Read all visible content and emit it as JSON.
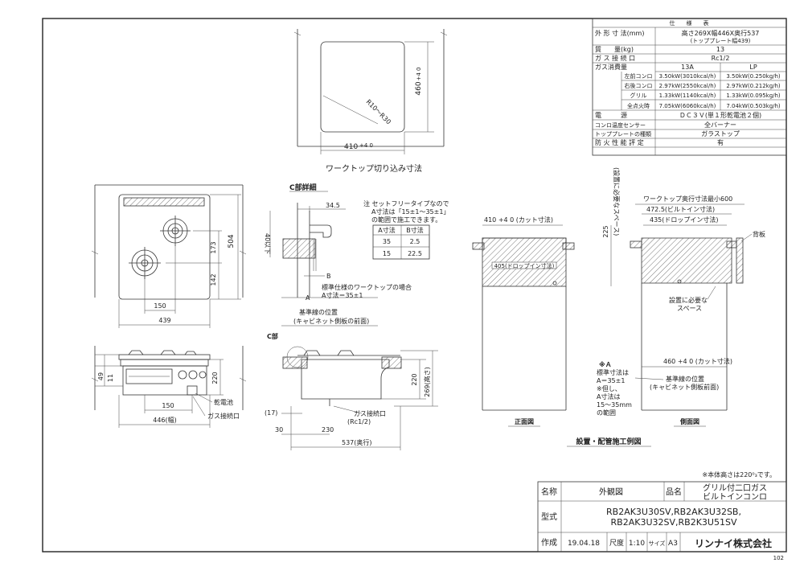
{
  "spec_table": {
    "header": "仕　　様　　表",
    "rows": [
      {
        "label": "外 形 寸 法(mm)",
        "value": "高さ269X幅446X奥行537",
        "sub": "(トッププレート幅439)"
      },
      {
        "label": "質　　量(kg)",
        "value": "13"
      },
      {
        "label": "ガ ス 接 続 口",
        "value": "Rc1/2"
      }
    ],
    "gas_label": "ガス消費量",
    "gas_col_13a": "13A",
    "gas_col_lp": "LP",
    "gas_rows": [
      {
        "name": "左前コンロ",
        "a13": "3.50kW(3010kcal/h)",
        "lp": "3.50kW(0.250kg/h)"
      },
      {
        "name": "右後コンロ",
        "a13": "2.97kW(2550kcal/h)",
        "lp": "2.97kW(0.212kg/h)"
      },
      {
        "name": "グリル",
        "a13": "1.33kW(1140kcal/h)",
        "lp": "1.33kW(0.095kg/h)"
      },
      {
        "name": "全点火時",
        "a13": "7.05kW(6060kcal/h)",
        "lp": "7.04kW(0.503kg/h)"
      }
    ],
    "rows2": [
      {
        "label": "電　　　源",
        "value": "ＤＣ３Ｖ(単１形乾電池２個)"
      },
      {
        "label": "コンロ温度センサー",
        "value": "全バーナー"
      },
      {
        "label": "トッププレートの種類",
        "value": "ガラストップ"
      },
      {
        "label": "防 火 性 能 評 定",
        "value": "有"
      }
    ]
  },
  "cutout": {
    "caption": "ワークトップ切り込み寸法",
    "width": "410",
    "width_tol": "+4 0",
    "height": "460",
    "height_tol": "+4 0",
    "radius": "R10～R30"
  },
  "plan": {
    "d504": "504",
    "d173": "173",
    "d142": "142",
    "d150": "150",
    "d439": "439"
  },
  "front": {
    "d49": "49",
    "d11": "11",
    "d220": "220",
    "d150": "150",
    "d446": "446(幅)",
    "battery": "乾電池",
    "gas_port": "ガス接続口"
  },
  "detail": {
    "title": "C部詳細",
    "d345": "34.5",
    "d40": "40以下",
    "label_b": "B",
    "label_a": "A",
    "std_note1": "標準仕様のワークトップの場合",
    "std_note2": "A寸法＝35±1",
    "note_title": "注 セットフリータイプなので",
    "note_l2": "A寸法は「15±1～35±1」",
    "note_l3": "の範囲で施工できます。",
    "table_head": [
      "A寸法",
      "B寸法"
    ],
    "table_rows": [
      [
        "35",
        "2.5"
      ],
      [
        "15",
        "22.5"
      ]
    ]
  },
  "side": {
    "c_label": "C部",
    "ref_line": "基準線の位置",
    "ref_sub": "(キャビネット側板の前面)",
    "d220": "220",
    "d269": "269(高さ)",
    "d17": "(17)",
    "d30": "30",
    "d230": "230",
    "d537": "537(奥行)",
    "gas_port": "ガス接続口",
    "gas_size": "(Rc1/2)"
  },
  "install": {
    "front_cap": "正面図",
    "side_cap": "側面図",
    "title": "設置・配管施工例図",
    "cut410": "410 +4 0 (カット寸法)",
    "drop405": "405(ドロップイン寸法)",
    "d225": "225",
    "space_v": "(設置に必要なスペース)",
    "worktop_min": "ワークトップ奥行寸法最小600",
    "built_in": "472.5(ビルトイン寸法)",
    "drop435": "435(ドロップイン寸法)",
    "back_plate": "背板",
    "need_space1": "設置に必要な",
    "need_space2": "スペース",
    "cut460": "460 +4 0 (カット寸法)",
    "ref_line": "基準線の位置",
    "ref_sub": "(キャビネット側板前面)",
    "note_mark": "※Ａ",
    "note1": "標準寸法は",
    "note2": "A＝35±1",
    "note3": "※但し、",
    "note4": "A寸法は",
    "note5": "15～35mm",
    "note6": "の範囲"
  },
  "height_note": "※本体高さは220⁰₃です。",
  "title_block": {
    "name_label": "名称",
    "name_value": "外観図",
    "product_label": "品名",
    "product_l1": "グリル付二口ガス",
    "product_l2": "ビルトインコンロ",
    "model_label": "型式",
    "model_l1": "RB2AK3U30SV,RB2AK3U32SB,",
    "model_l2": "RB2AK3U32SV,RB2K3U51SV",
    "date_label": "作成",
    "date_value": "19.04.18",
    "scale_label": "尺度",
    "scale_value": "1:10",
    "size_label": "サイズ",
    "size_value": "A3",
    "company": "リンナイ株式会社",
    "page_no": "102"
  }
}
